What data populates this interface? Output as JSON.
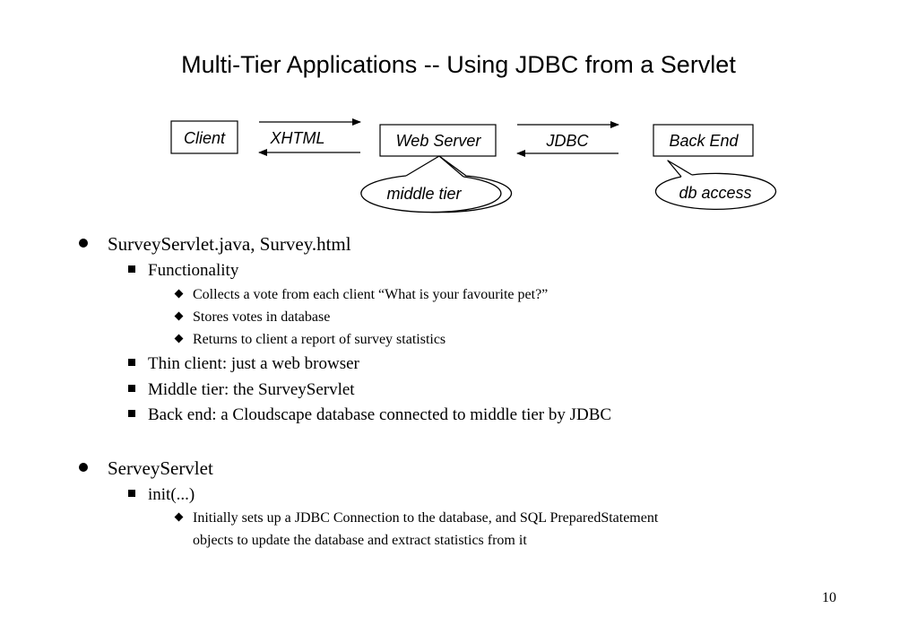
{
  "slide": {
    "title": "Multi-Tier Applications -- Using JDBC from a Servlet",
    "page_number": "10"
  },
  "diagram": {
    "client": "Client",
    "xhtml": "XHTML",
    "web_server": "Web Server",
    "jdbc": "JDBC",
    "back_end": "Back End",
    "middle_tier": "middle tier",
    "db_access": "db access"
  },
  "bullets": {
    "b1": "SurveyServlet.java, Survey.html",
    "b1_1": "Functionality",
    "b1_1_1": "Collects a vote from each client “What is your favourite pet?”",
    "b1_1_2": "Stores votes in database",
    "b1_1_3": "Returns to client a report of survey statistics",
    "b1_2": "Thin client: just a web browser",
    "b1_3": "Middle tier: the SurveyServlet",
    "b1_4": "Back end: a Cloudscape database connected to middle tier by JDBC",
    "b2": "ServeyServlet",
    "b2_1": "init(...)",
    "b2_1_1_line1": "Initially sets up a JDBC Connection to the database, and SQL PreparedStatement",
    "b2_1_1_line2": "objects to update the database and extract statistics from it"
  }
}
